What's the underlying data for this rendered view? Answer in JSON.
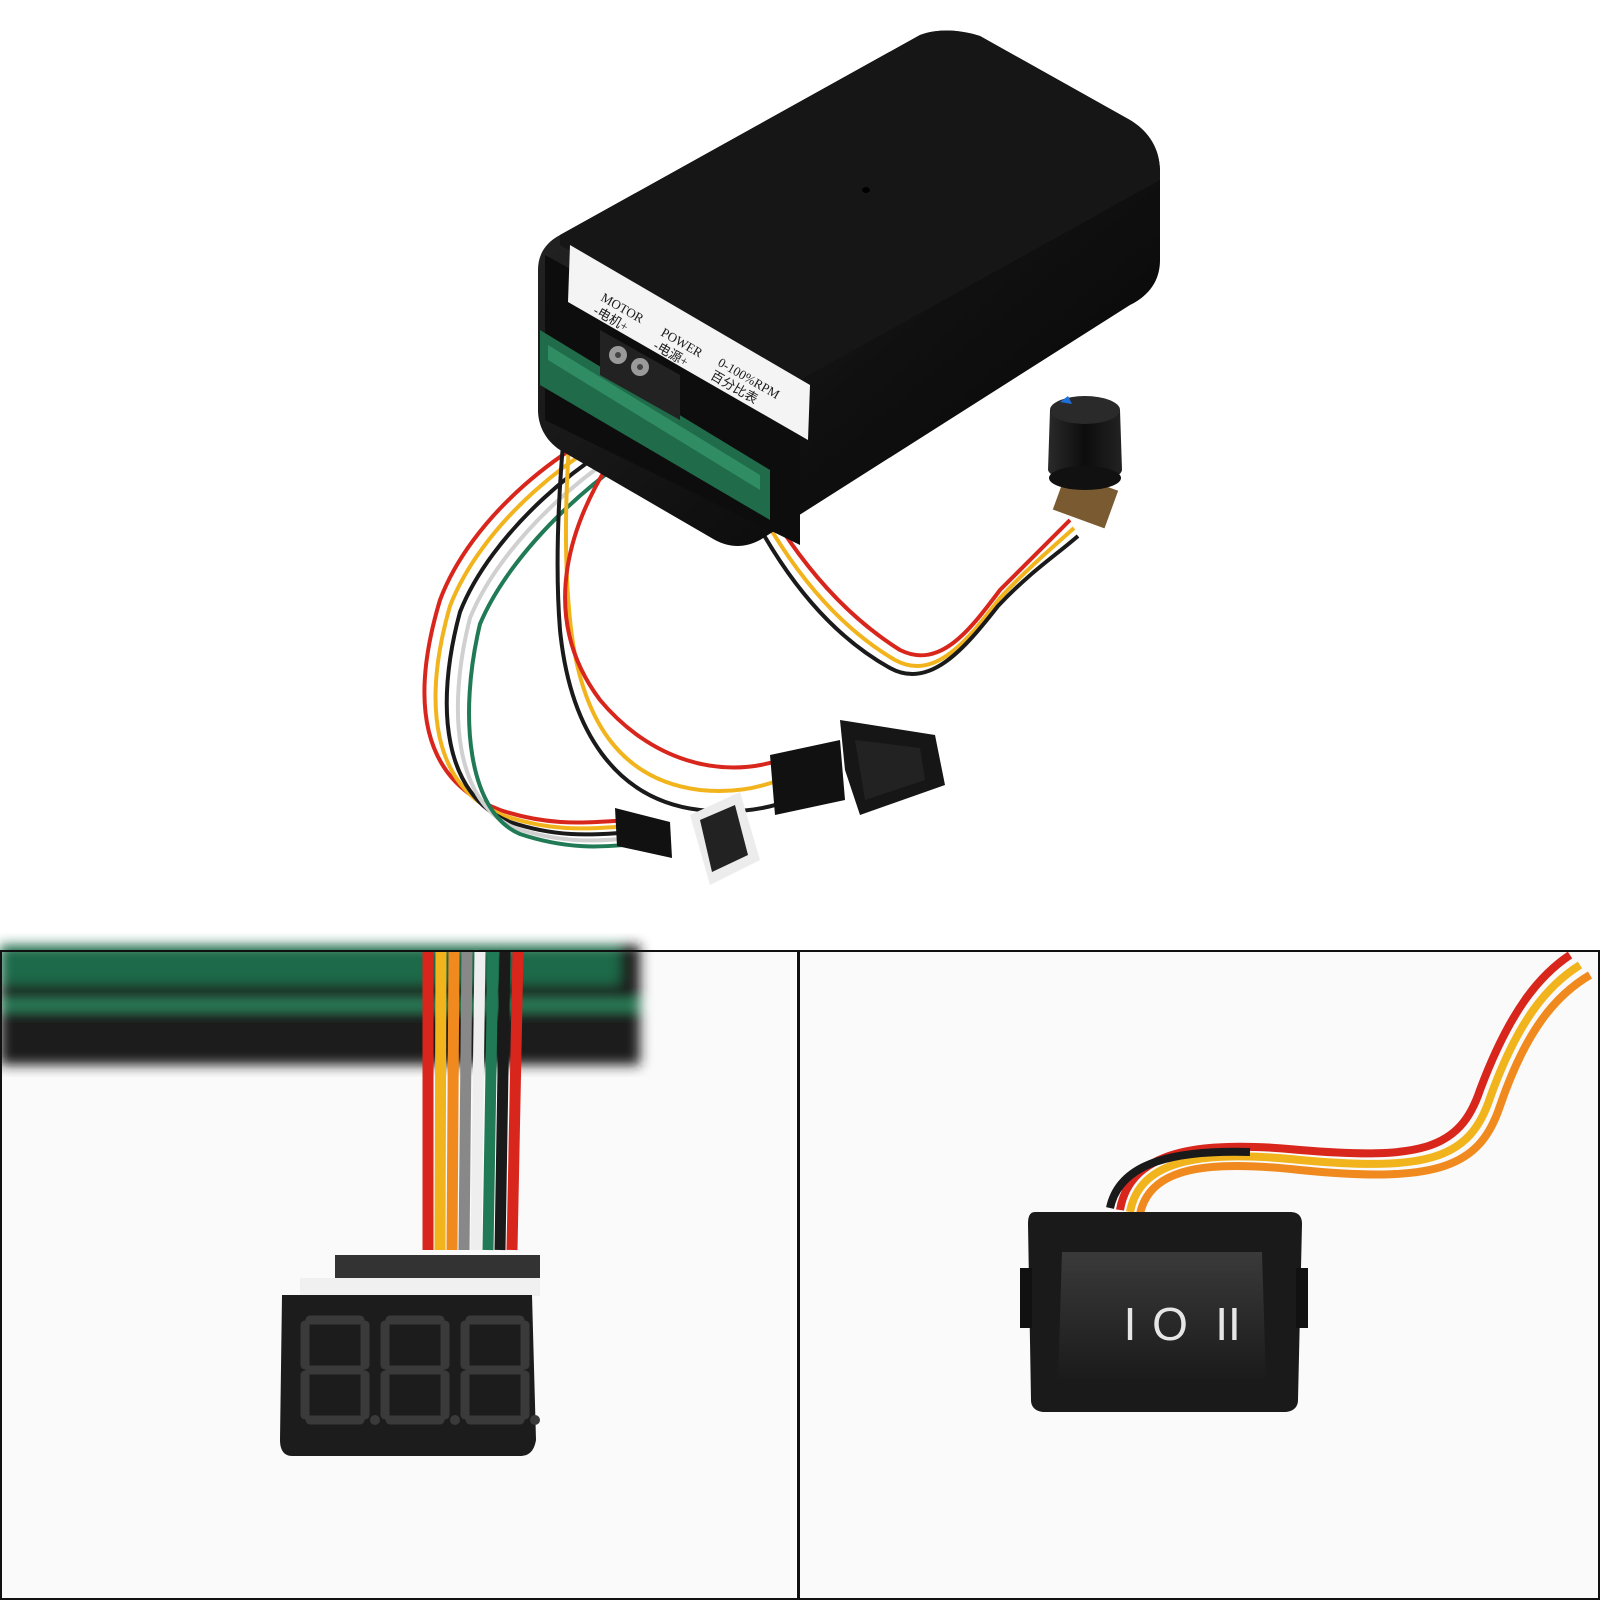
{
  "product_label": {
    "line1": "MOTOR",
    "line2": "-电机+",
    "line3": "POWER",
    "line4": "-电源+",
    "line5": "0-100%RPM",
    "line6": "百分比表"
  },
  "switch_symbols": {
    "left": "I",
    "middle": "O",
    "right": "II"
  },
  "colors": {
    "wire_red": "#d9261c",
    "wire_yellow": "#f2b41c",
    "wire_orange": "#f08a1e",
    "wire_black": "#1a1a1a",
    "wire_white": "#eeeeee",
    "wire_green": "#1f7a55",
    "knob_accent": "#1e6fd9",
    "case_black": "#141414",
    "pcb_green": "#1f6b4a"
  }
}
